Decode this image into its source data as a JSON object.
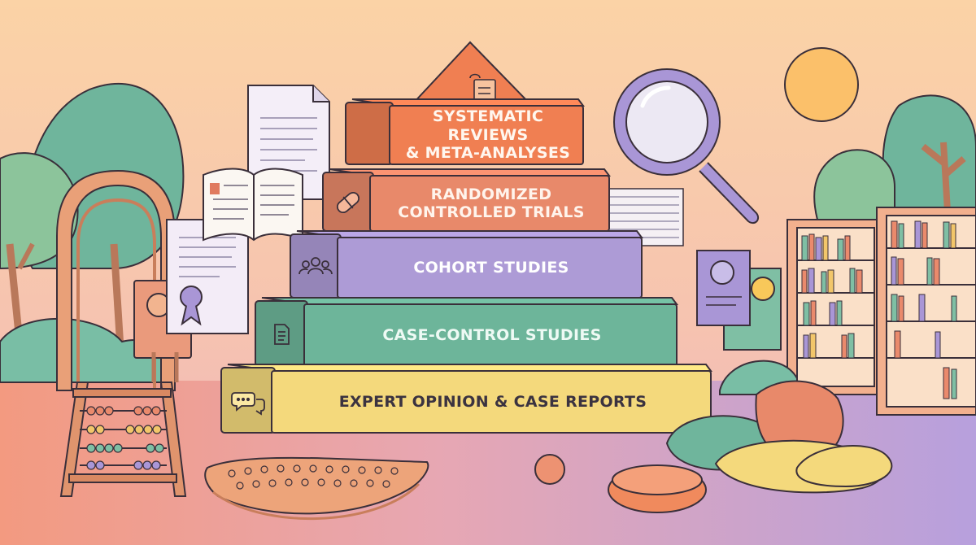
{
  "pyramid": {
    "tiers": [
      {
        "label_lines": [
          "SYSTEMATIC REVIEWS",
          "& META-ANALYSES"
        ],
        "icon": "scroll-icon",
        "color": "#f07f52",
        "text_color": "#fff7ef"
      },
      {
        "label_lines": [
          "RANDOMIZED",
          "CONTROLLED TRIALS"
        ],
        "icon": "pill-icon",
        "color": "#e8896a",
        "text_color": "#fff4ec"
      },
      {
        "label_lines": [
          "COHORT STUDIES"
        ],
        "icon": "people-group-icon",
        "color": "#ad9bd6",
        "text_color": "#ffffff"
      },
      {
        "label_lines": [
          "CASE-CONTROL STUDIES"
        ],
        "icon": "document-icon",
        "color": "#6db59a",
        "text_color": "#eefaf4"
      },
      {
        "label_lines": [
          "EXPERT OPINION & CASE REPORTS"
        ],
        "icon": "chat-bubbles-icon",
        "color": "#f4d97c",
        "text_color": "#3b3340"
      }
    ]
  },
  "palette": {
    "sky_top": "#fbd1a8",
    "sky_bottom": "#f1b7b6",
    "floor_left": "#f29a82",
    "floor_right": "#b9a2dc",
    "outline": "#3a2f3a",
    "tree_green": "#6fb59c",
    "sun": "#fbc06a",
    "magnifier": "#a996d6"
  },
  "decorations": [
    "sun-icon",
    "magnifying-glass-icon",
    "open-book-icon",
    "certificate-icon",
    "abacus-icon",
    "balance-board-icon",
    "floor-cushions-icon",
    "bookshelf-icon",
    "tree-icon"
  ]
}
